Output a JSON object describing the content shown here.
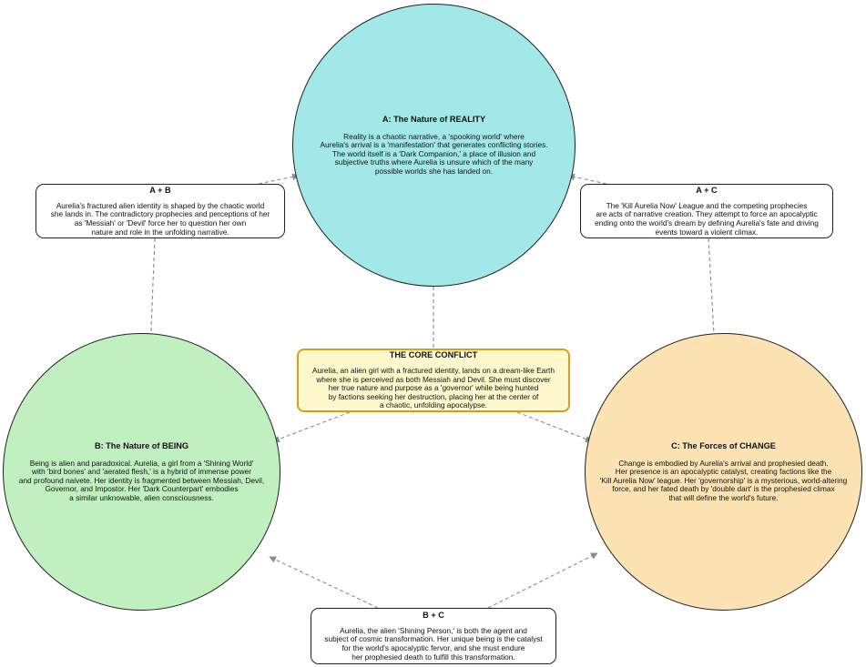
{
  "nodes": {
    "a": {
      "title": "A: The Nature of REALITY",
      "body": "Reality is a chaotic narrative, a 'spooking world' where\nAurelia's arrival is a 'manifestation' that generates conflicting stories.\nThe world itself is a 'Dark Companion,' a place of illusion and\nsubjective truths where Aurelia is unsure which of the many\npossible worlds she has landed on."
    },
    "b": {
      "title": "B: The Nature of BEING",
      "body": "Being is alien and paradoxical. Aurelia, a girl from a 'Shining World'\nwith 'bird bones' and 'aerated flesh,' is a hybrid of immense power\nand profound naivete. Her identity is fragmented between Messiah, Devil,\nGovernor, and Impostor. Her 'Dark Counterpart' embodies\na similar unknowable, alien consciousness."
    },
    "c": {
      "title": "C: The Forces of CHANGE",
      "body": "Change is embodied by Aurelia's arrival and prophesied death.\nHer presence is an apocalyptic catalyst, creating factions like the\n'Kill Aurelia Now' league. Her 'governorship' is a mysterious, world-altering\nforce, and her fated death by 'double dart' is the prophesied climax\nthat will define the world's future."
    },
    "core": {
      "title": "THE CORE CONFLICT",
      "body": "Aurelia, an alien girl with a fractured identity, lands on a dream-like Earth\nwhere she is perceived as both Messiah and Devil. She must discover\nher true nature and purpose as a 'governor' while being hunted\nby factions seeking her destruction, placing her at the center of\na chaotic, unfolding apocalypse."
    },
    "ab": {
      "title": "A + B",
      "body": "Aurelia's fractured alien identity is shaped by the chaotic world\nshe lands in. The contradictory prophecies and perceptions of her\nas 'Messiah' or 'Devil' force her to question her own\nnature and role in the unfolding narrative."
    },
    "ac": {
      "title": "A + C",
      "body": "The 'Kill Aurelia Now' League and the competing prophecies\nare acts of narrative creation. They attempt to force an apocalyptic\nending onto the world's dream by defining Aurelia's fate and driving\nevents toward a violent climax."
    },
    "bc": {
      "title": "B + C",
      "body": "Aurelia, the alien 'Shining Person,' is both the agent and\nsubject of cosmic transformation. Her unique being is the catalyst\nfor the world's apocalyptic fervor, and she must endure\nher prophesied death to fulfill this transformation."
    }
  },
  "colors": {
    "reality": "#a2e8e8",
    "being": "#c0f0c0",
    "change": "#fde2b4",
    "core_fill": "#fff8cc",
    "core_border": "#d4a017",
    "edge": "#8a8a8a"
  },
  "edges": [
    {
      "from": "core",
      "to": "a"
    },
    {
      "from": "core",
      "to": "b"
    },
    {
      "from": "core",
      "to": "c"
    },
    {
      "from": "ab",
      "to": "a"
    },
    {
      "from": "ab",
      "to": "b"
    },
    {
      "from": "ac",
      "to": "a"
    },
    {
      "from": "ac",
      "to": "c"
    },
    {
      "from": "bc",
      "to": "b"
    },
    {
      "from": "bc",
      "to": "c"
    }
  ]
}
